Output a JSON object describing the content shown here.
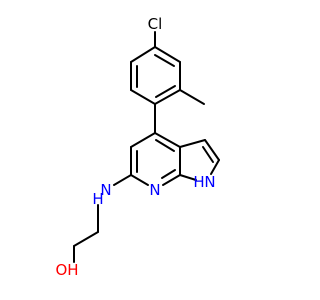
{
  "molecule": {
    "atoms": [
      {
        "label": "Cl",
        "color": "#000000"
      },
      {
        "label": "N",
        "color": "#0000ff"
      },
      {
        "label": "N",
        "color": "#0000ff"
      },
      {
        "label": "N",
        "color": "#0000ff"
      },
      {
        "label": "OH",
        "color": "#ff0000"
      },
      {
        "label": "H",
        "color": "#0000ff"
      },
      {
        "label": "H",
        "color": "#0000ff"
      }
    ]
  }
}
